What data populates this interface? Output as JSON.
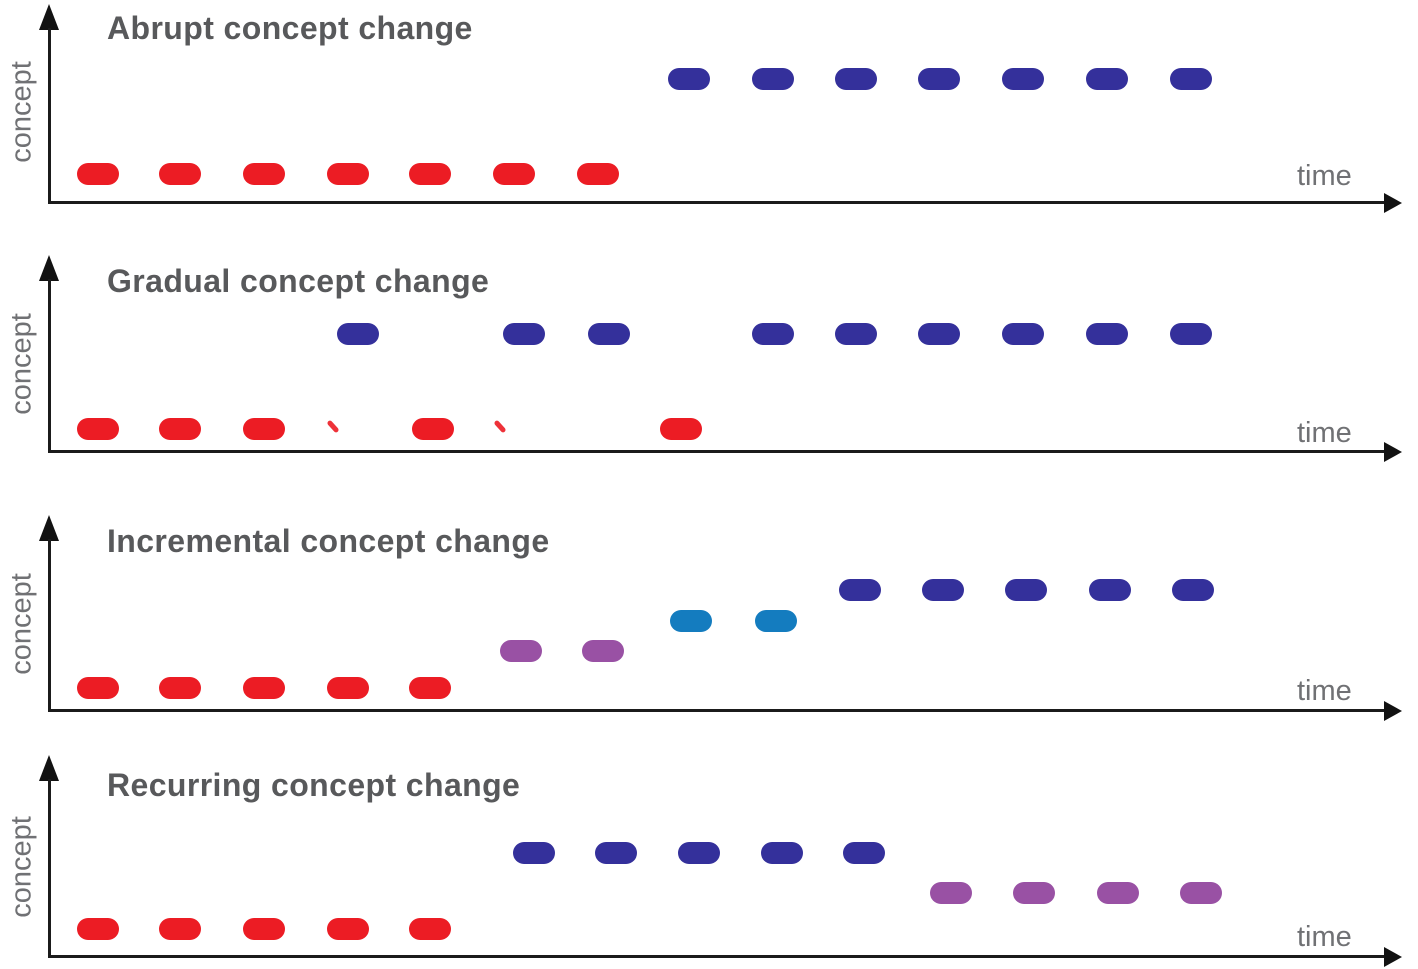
{
  "figure": {
    "description": "Four stacked concept-over-time diagrams illustrating types of concept change"
  },
  "axis": {
    "y_label": "concept",
    "x_label": "time"
  },
  "colors": {
    "red": "#EC1C24",
    "dark_blue": "#34309B",
    "light_blue": "#147CBF",
    "purple": "#9951A4",
    "title_gray": "#58595B",
    "label_gray": "#707174",
    "axis_black": "#1b1b1b"
  },
  "panels": [
    {
      "title": "Abrupt concept change",
      "series": [
        {
          "name": "concept-1-red",
          "color": "red",
          "shape": "pill",
          "y": 163,
          "x": [
            77,
            159,
            243,
            327,
            409,
            493,
            577
          ]
        },
        {
          "name": "concept-2-dark-blue",
          "color": "dark_blue",
          "shape": "pill",
          "y": 68,
          "x": [
            668,
            752,
            835,
            918,
            1002,
            1086,
            1170
          ]
        }
      ]
    },
    {
      "title": "Gradual concept change",
      "series": [
        {
          "name": "concept-1-red",
          "color": "red",
          "shape": "pill",
          "y": 418,
          "x": [
            77,
            159,
            243,
            412,
            660
          ]
        },
        {
          "name": "concept-1-red-fading-marks",
          "color": "red",
          "shape": "speck",
          "y": 424,
          "x": [
            326,
            493
          ]
        },
        {
          "name": "concept-2-dark-blue",
          "color": "dark_blue",
          "shape": "pill",
          "y": 323,
          "x": [
            337,
            503,
            588,
            752,
            835,
            918,
            1002,
            1086,
            1170
          ]
        }
      ]
    },
    {
      "title": "Incremental concept change",
      "series": [
        {
          "name": "concept-1-red",
          "color": "red",
          "shape": "pill",
          "y": 677,
          "x": [
            77,
            159,
            243,
            327,
            409
          ]
        },
        {
          "name": "concept-2-purple",
          "color": "purple",
          "shape": "pill",
          "y": 640,
          "x": [
            500,
            582
          ]
        },
        {
          "name": "concept-3-light-blue",
          "color": "light_blue",
          "shape": "pill",
          "y": 610,
          "x": [
            670,
            755
          ]
        },
        {
          "name": "concept-4-dark-blue",
          "color": "dark_blue",
          "shape": "pill",
          "y": 579,
          "x": [
            839,
            922,
            1005,
            1089,
            1172
          ]
        }
      ]
    },
    {
      "title": "Recurring concept change",
      "series": [
        {
          "name": "concept-1-red",
          "color": "red",
          "shape": "pill",
          "y": 918,
          "x": [
            77,
            159,
            243,
            327,
            409
          ]
        },
        {
          "name": "concept-2-dark-blue",
          "color": "dark_blue",
          "shape": "pill",
          "y": 842,
          "x": [
            513,
            595,
            678,
            761,
            843
          ]
        },
        {
          "name": "concept-3-purple",
          "color": "purple",
          "shape": "pill",
          "y": 882,
          "x": [
            930,
            1013,
            1097,
            1180
          ]
        }
      ]
    }
  ],
  "chart_data": [
    {
      "type": "scatter",
      "title": "Abrupt concept change",
      "xlabel": "time",
      "ylabel": "concept",
      "legend": "none",
      "series": [
        {
          "name": "concept A (red)",
          "level": 1,
          "time_slots": [
            1,
            2,
            3,
            4,
            5,
            6,
            7
          ]
        },
        {
          "name": "concept B (dark blue)",
          "level": 2,
          "time_slots": [
            8,
            9,
            10,
            11,
            12,
            13,
            14
          ]
        }
      ]
    },
    {
      "type": "scatter",
      "title": "Gradual concept change",
      "xlabel": "time",
      "ylabel": "concept",
      "legend": "none",
      "series": [
        {
          "name": "concept A (red)",
          "level": 1,
          "time_slots": [
            1,
            2,
            3,
            5,
            8
          ]
        },
        {
          "name": "concept A fading remnants (red specks)",
          "level": 1,
          "time_slots": [
            4,
            6
          ]
        },
        {
          "name": "concept B (dark blue)",
          "level": 2,
          "time_slots": [
            4,
            6,
            7,
            9,
            10,
            11,
            12,
            13,
            14
          ]
        }
      ]
    },
    {
      "type": "scatter",
      "title": "Incremental concept change",
      "xlabel": "time",
      "ylabel": "concept",
      "legend": "none",
      "series": [
        {
          "name": "concept A (red)",
          "level": 1,
          "time_slots": [
            1,
            2,
            3,
            4,
            5
          ]
        },
        {
          "name": "intermediate concept (purple)",
          "level": 2,
          "time_slots": [
            6,
            7
          ]
        },
        {
          "name": "intermediate concept (light blue)",
          "level": 3,
          "time_slots": [
            8,
            9
          ]
        },
        {
          "name": "concept B (dark blue)",
          "level": 4,
          "time_slots": [
            10,
            11,
            12,
            13,
            14
          ]
        }
      ]
    },
    {
      "type": "scatter",
      "title": "Recurring concept change",
      "xlabel": "time",
      "ylabel": "concept",
      "legend": "none",
      "series": [
        {
          "name": "concept A (red)",
          "level": 1,
          "time_slots": [
            1,
            2,
            3,
            4,
            5
          ]
        },
        {
          "name": "concept B (dark blue)",
          "level": 3,
          "time_slots": [
            6,
            7,
            8,
            9,
            10
          ]
        },
        {
          "name": "concept C (purple)",
          "level": 2,
          "time_slots": [
            11,
            12,
            13,
            14
          ]
        }
      ]
    }
  ]
}
